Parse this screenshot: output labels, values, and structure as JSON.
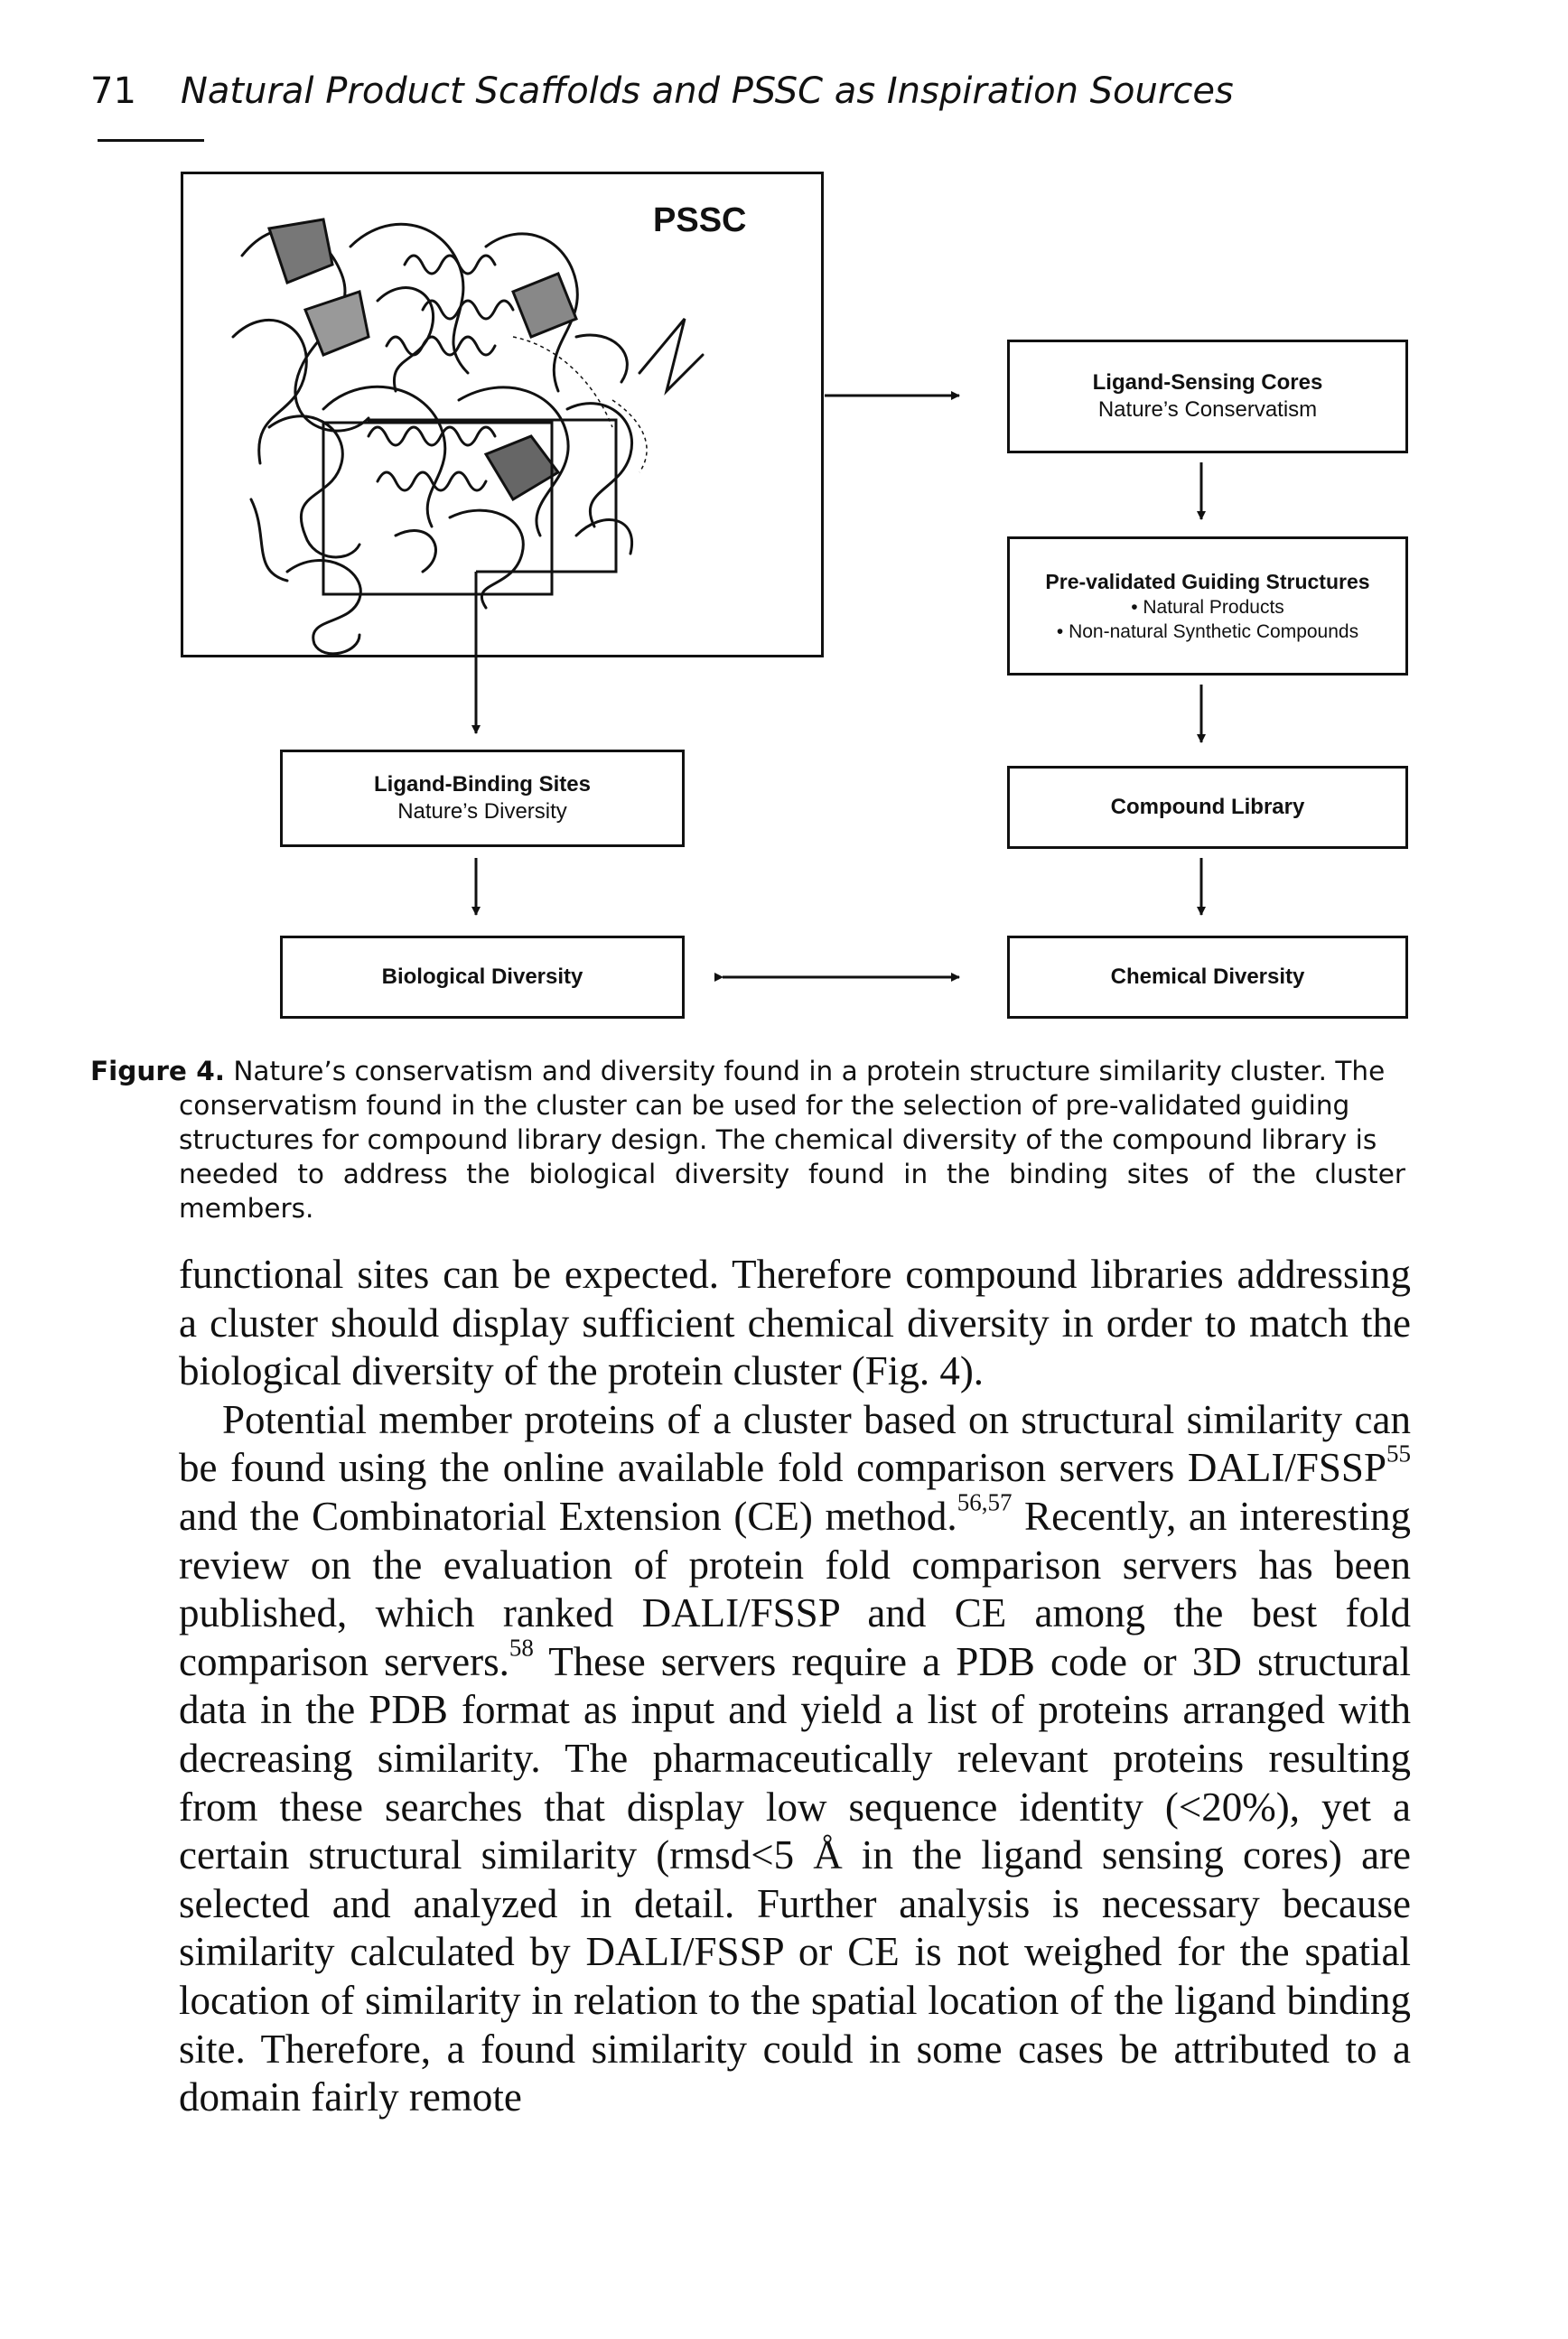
{
  "header": {
    "page_number": "71",
    "running_title": "Natural Product Scaffolds and PSSC as Inspiration Sources"
  },
  "figure": {
    "pssc_label": "PSSC",
    "ligand_sensing": {
      "title": "Ligand-Sensing Cores",
      "subtitle": "Nature’s Conservatism"
    },
    "prevalidated": {
      "title": "Pre-validated Guiding Structures",
      "bullet1": "• Natural Products",
      "bullet2": "• Non-natural Synthetic Compounds"
    },
    "ligand_binding": {
      "title": "Ligand-Binding Sites",
      "subtitle": "Nature’s Diversity"
    },
    "compound_library": "Compound Library",
    "biological_diversity": "Biological Diversity",
    "chemical_diversity": "Chemical Diversity"
  },
  "caption": {
    "label": "Figure 4.",
    "line1": "Nature’s conservatism and diversity found in a protein structure similarity cluster. The",
    "line2": "conservatism found in the cluster can be used for the selection of pre-validated guiding",
    "line3": "structures for compound library design. The chemical diversity of the compound library is",
    "line4": "needed to address the biological diversity found in the binding sites of the cluster members."
  },
  "body": {
    "para1": "functional sites can be expected. Therefore compound libraries addressing a cluster should display sufficient chemical diversity in order to match the biological diversity of the protein cluster (Fig. 4).",
    "para2_a": "Potential member proteins of a cluster based on structural similarity can be found using the online available fold comparison servers DALI/FSSP",
    "ref55": "55",
    "para2_b": " and the Combinatorial Extension (CE) method.",
    "ref5657": "56,57",
    "para2_c": " Recently, an interesting review on the evaluation of protein fold comparison servers has been published, which ranked DALI/FSSP and CE among the best fold comparison servers.",
    "ref58": "58",
    "para2_d": " These servers require a PDB code or 3D structural data in the PDB format as input and yield a list of proteins arranged with decreasing similarity. The pharmaceutically relevant proteins resulting from these searches that display low sequence identity (<20%), yet a certain structural similarity (rmsd<5 Å in the ligand sensing cores) are selected and analyzed in detail. Further analysis is necessary because similarity calculated by DALI/FSSP or CE is not weighed for the spatial location of similarity in relation to the spatial location of the ligand binding site. Therefore, a found similarity could in some cases be attributed to a domain fairly remote"
  }
}
